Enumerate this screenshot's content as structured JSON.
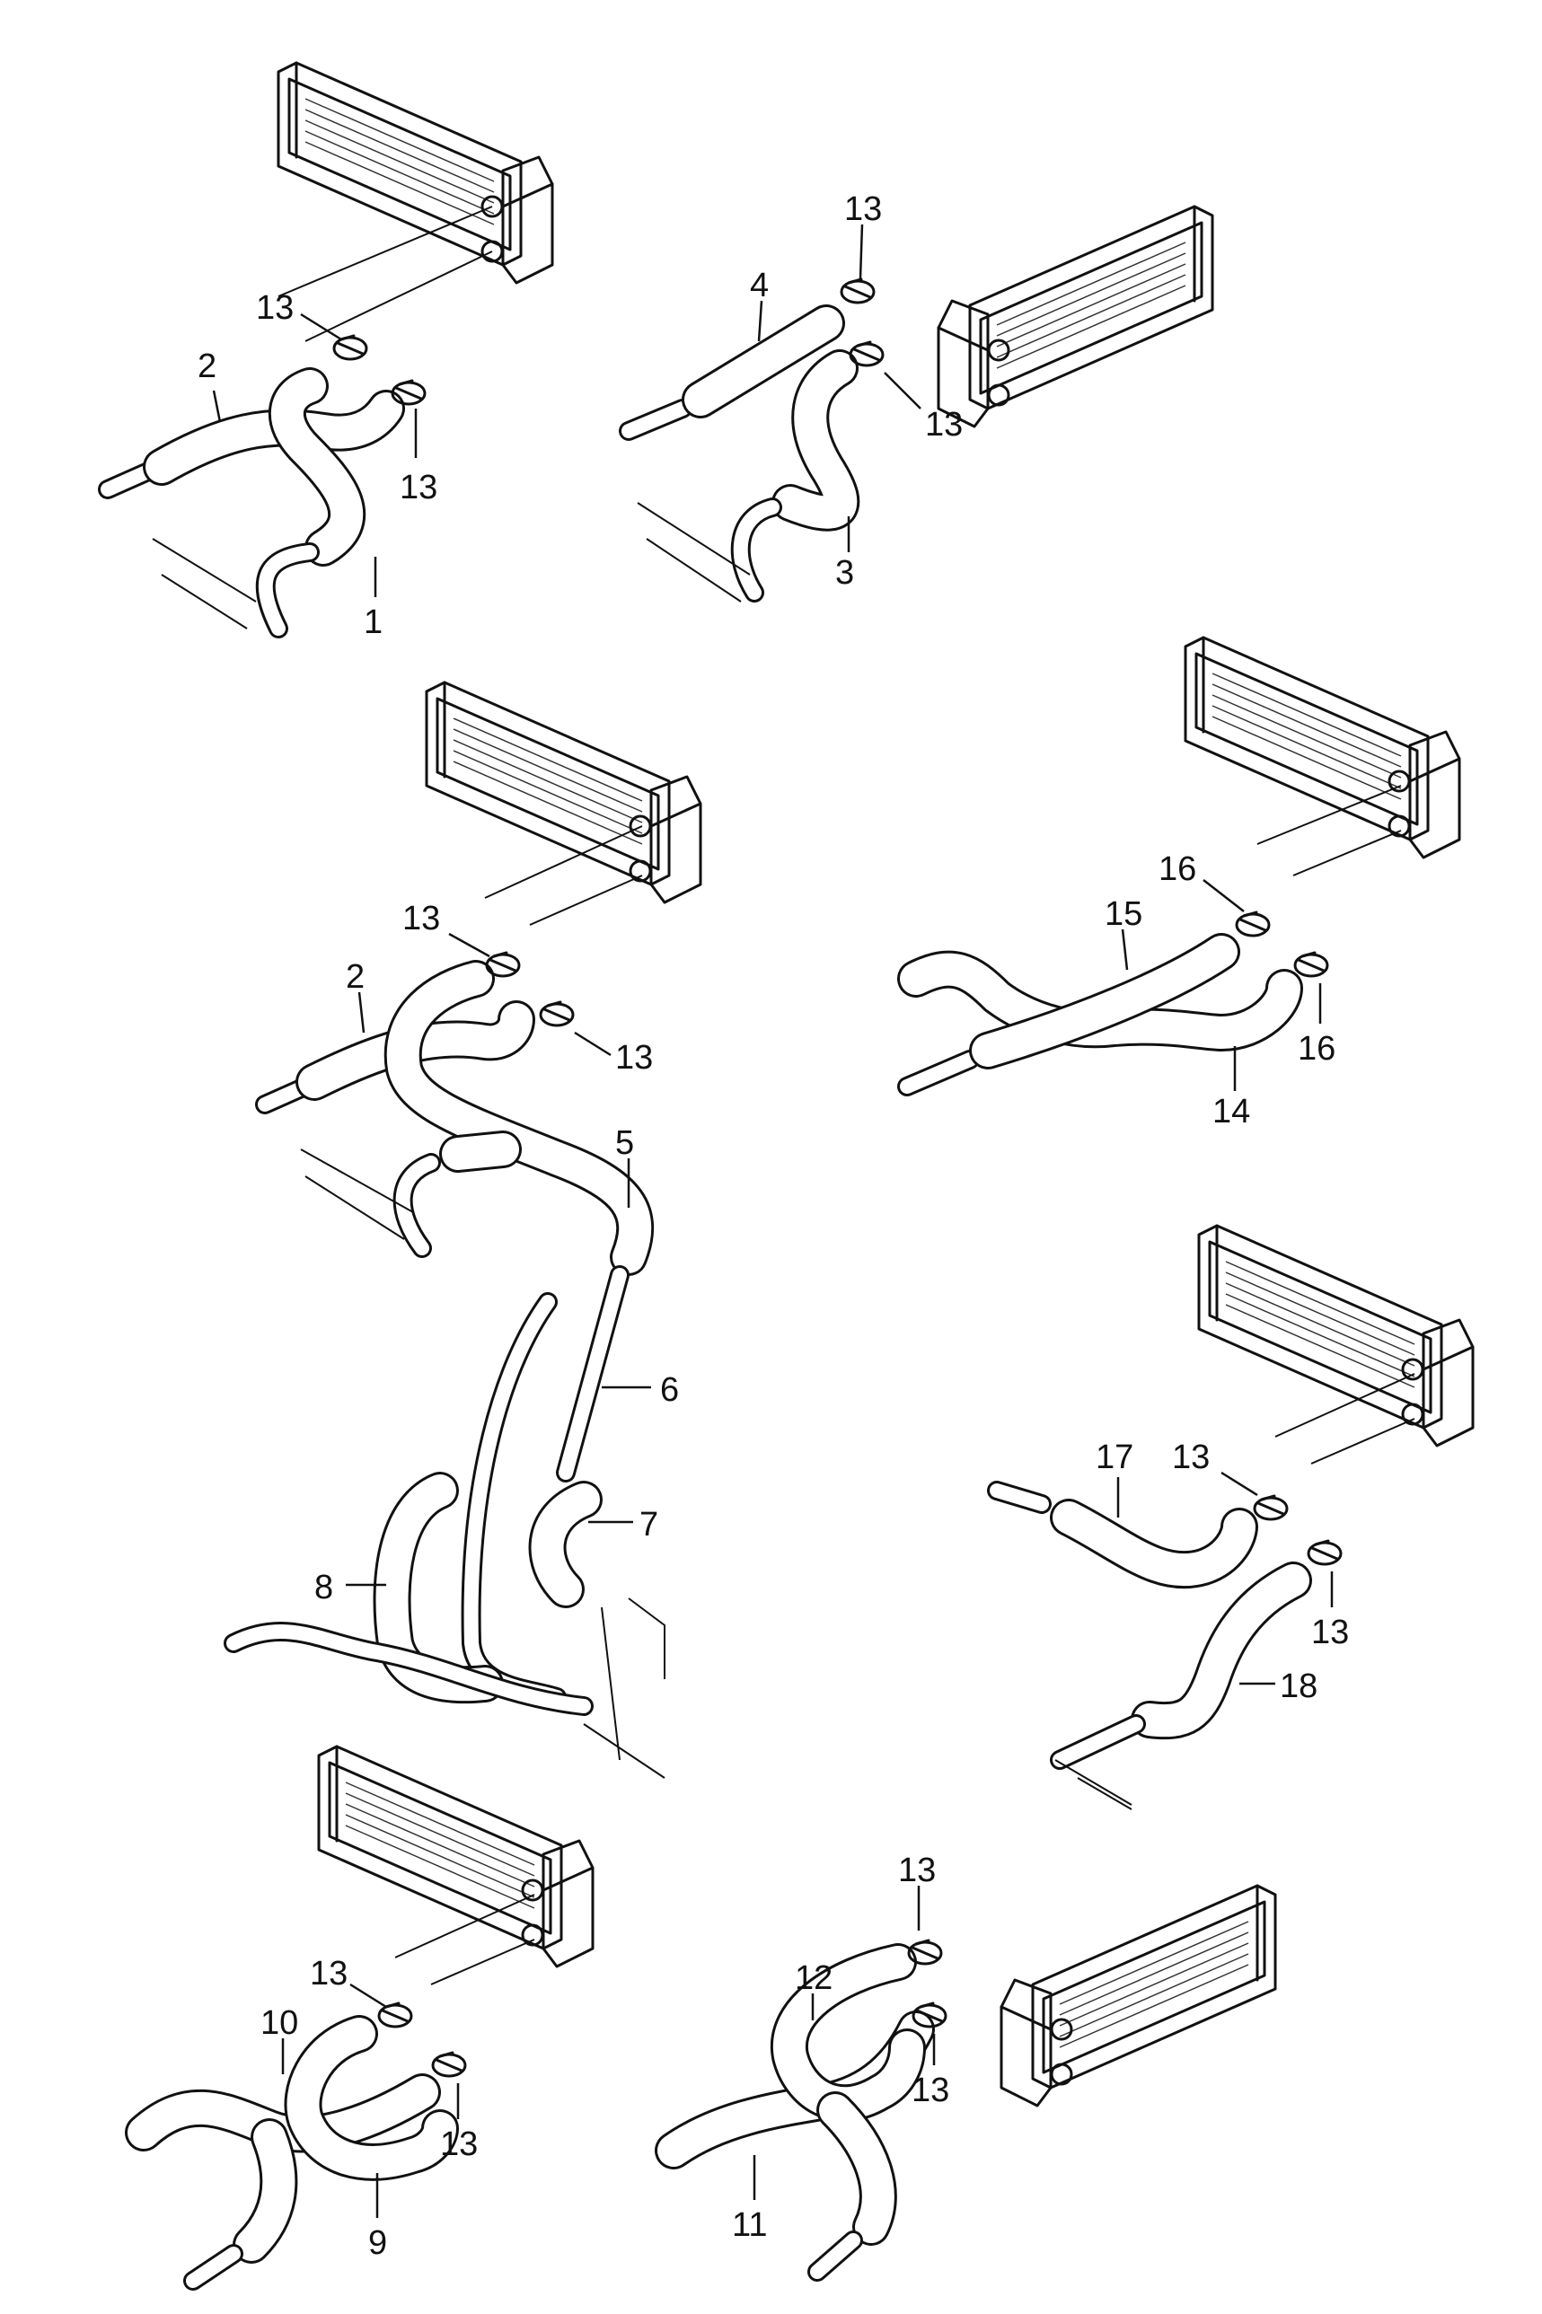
{
  "callouts": {
    "g1": [
      "13",
      "2",
      "13",
      "1"
    ],
    "g2": [
      "13",
      "4",
      "13",
      "3"
    ],
    "g3": [
      "13",
      "2",
      "13",
      "5",
      "6",
      "7",
      "8"
    ],
    "g4": [
      "16",
      "15",
      "16",
      "14"
    ],
    "g5": [
      "17",
      "13",
      "13",
      "18"
    ],
    "g6": [
      "13",
      "10",
      "13",
      "9"
    ],
    "g7": [
      "13",
      "12",
      "13",
      "11"
    ]
  }
}
